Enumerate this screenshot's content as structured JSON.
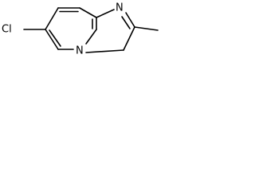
{
  "molecule": {
    "atoms": {
      "chlorine": "Cl",
      "imidazole_nitrogen": "N",
      "bridgehead_nitrogen": "N"
    }
  }
}
